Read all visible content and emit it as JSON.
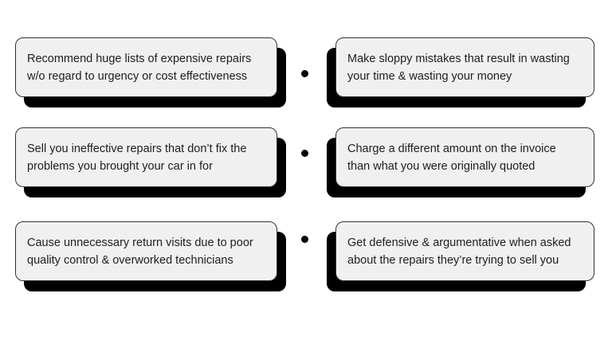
{
  "style": {
    "background": "#ffffff",
    "box_fill": "#f0f0f0",
    "box_border": "#333333",
    "shadow_color": "#000000",
    "dot_color": "#000000",
    "text_color": "#1e1e1e"
  },
  "rows": [
    {
      "left": {
        "lines": [
          "Recommend huge lists of expensive repairs",
          "w/o regard to urgency or cost effectiveness"
        ]
      },
      "right": {
        "lines": [
          "Make sloppy mistakes that result in wasting",
          "your time & wasting your money"
        ]
      }
    },
    {
      "left": {
        "lines": [
          "Sell you ineffective repairs that don’t fix the",
          "problems you brought your car in for"
        ]
      },
      "right": {
        "lines": [
          "Charge a different amount on the invoice",
          "than what you were originally quoted"
        ]
      }
    },
    {
      "left": {
        "lines": [
          "Cause unnecessary return visits due to poor",
          "quality control & overworked technicians"
        ]
      },
      "right": {
        "lines": [
          "Get defensive & argumentative when asked",
          "about the repairs they’re trying to sell you"
        ]
      }
    }
  ]
}
